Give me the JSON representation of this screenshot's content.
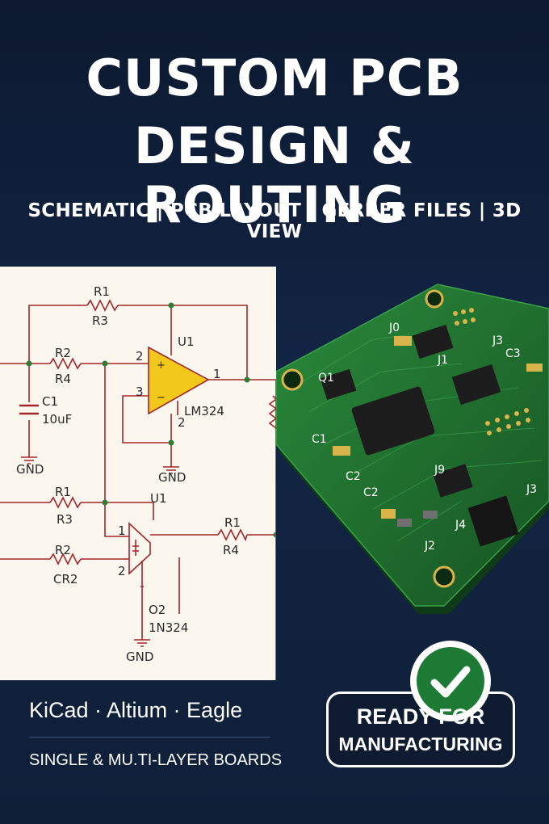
{
  "header": {
    "title_line1": "CUSTOM PCB",
    "title_line2": "DESIGN & ROUTING",
    "subtitle": "SCHEMATIC | PCB LAYOUT | GERBER FILES | 3D VIEW"
  },
  "schematic": {
    "top": {
      "r1": "R1",
      "r3": "R3",
      "r2": "R2",
      "r4": "R4",
      "u1": "U1",
      "pin2": "2",
      "pin3": "3",
      "pin1": "1",
      "pin2b": "2",
      "plus": "+",
      "minus": "−",
      "lm": "LM324",
      "c1": "C1",
      "c1v": "10uF",
      "gnd1": "GND",
      "gnd2": "GND"
    },
    "bottom": {
      "r1": "R1",
      "r3": "R3",
      "r2": "R2",
      "cr2": "CR2",
      "u1": "U1",
      "pin1": "1",
      "pin2": "2",
      "r1b": "R1",
      "r4": "R4",
      "o2": "O2",
      "part": "1N324",
      "gnd": "GND"
    }
  },
  "pcb": {
    "labels": [
      "J0",
      "Q1",
      "J1",
      "C1",
      "C2",
      "C2",
      "J3",
      "J2",
      "J3",
      "J4",
      "J9",
      "C3"
    ]
  },
  "footer": {
    "tools": "KiCad · Altium · Eagle",
    "boards": "SINGLE  & MU.TI-LAYER BOARDS"
  },
  "badge": {
    "line1": "READY FOR",
    "line2": "MANUFACTURING",
    "icon": "check-icon"
  },
  "colors": {
    "background": "#0f1d33",
    "wire": "#a3262a",
    "node": "#2e7d32",
    "opamp": "#f2c81c",
    "pcb_green": "#1f6b2d",
    "badge_green": "#1c7a34"
  }
}
